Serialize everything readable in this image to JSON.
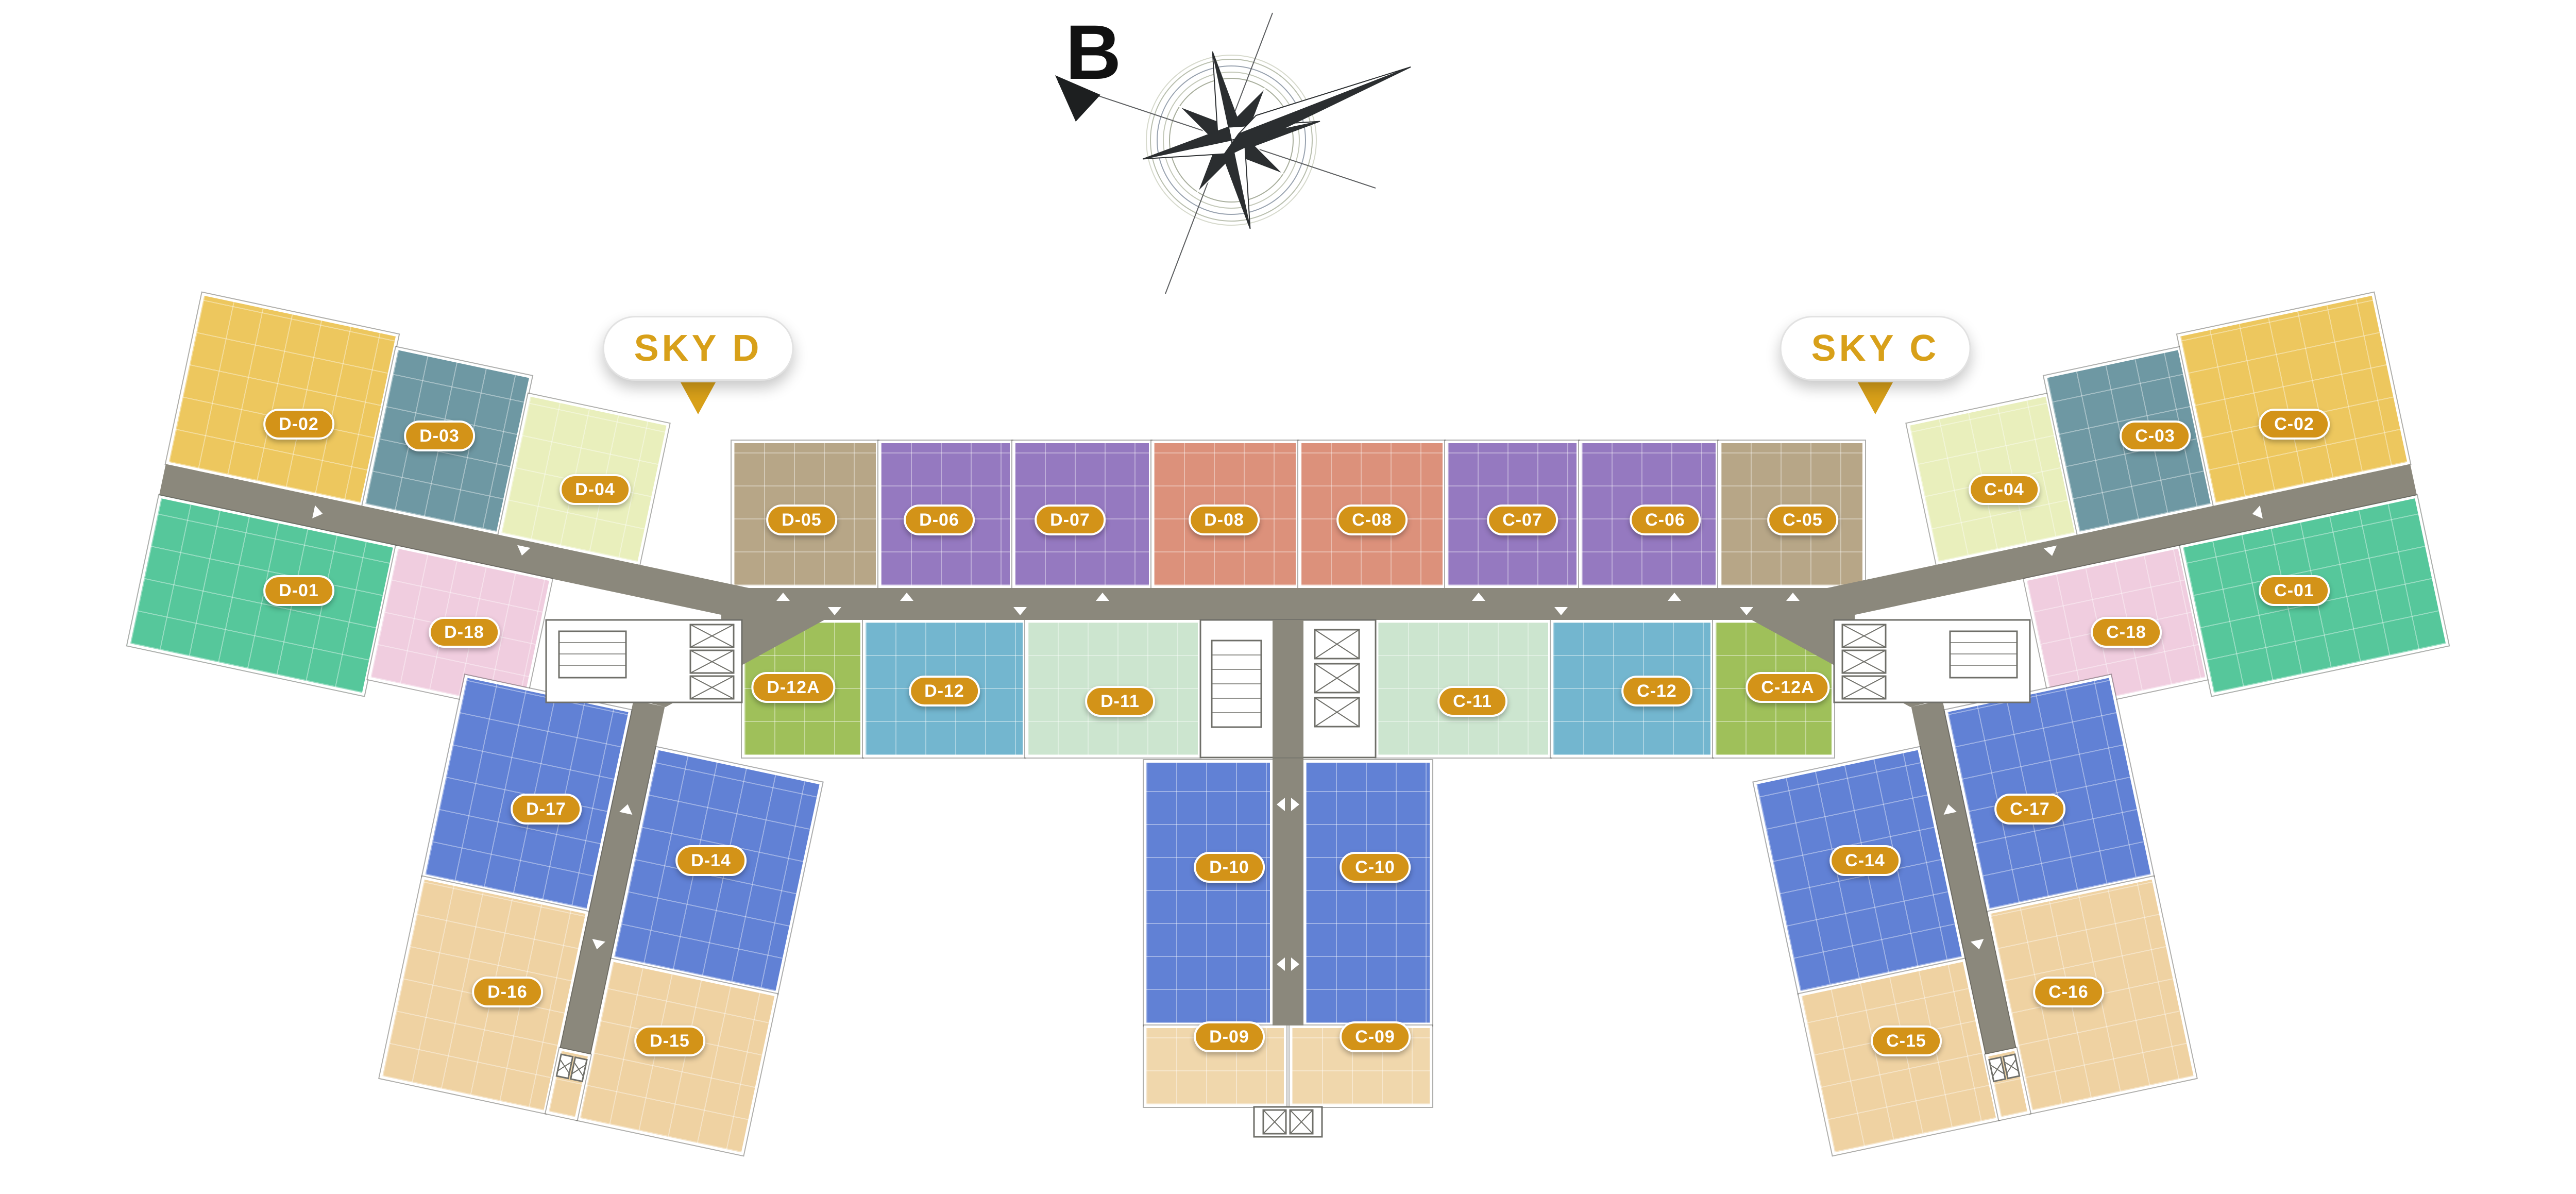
{
  "compass": {
    "north_label": "B"
  },
  "towers": [
    {
      "id": "sky-d",
      "label": "SKY D"
    },
    {
      "id": "sky-c",
      "label": "SKY C"
    }
  ],
  "palette": {
    "corridor": "#8B887C",
    "badge_gold": "#D39318",
    "badge_text": "#FFFFFF",
    "tower_text": "#D8A019",
    "pointer_gold": "#D8A019",
    "core_stroke": "#6F6F69",
    "wing_tan": "#EFD2A2",
    "compass_dark": "#26282A"
  },
  "units": [
    {
      "id": "D-01",
      "label": "D-01",
      "color": "#56C79B"
    },
    {
      "id": "D-02",
      "label": "D-02",
      "color": "#EDC75E"
    },
    {
      "id": "D-03",
      "label": "D-03",
      "color": "#6E98A3"
    },
    {
      "id": "D-04",
      "label": "D-04",
      "color": "#E9EFBC"
    },
    {
      "id": "D-05",
      "label": "D-05",
      "color": "#B7A687"
    },
    {
      "id": "D-06",
      "label": "D-06",
      "color": "#9579C0"
    },
    {
      "id": "D-07",
      "label": "D-07",
      "color": "#9579C0"
    },
    {
      "id": "D-08",
      "label": "D-08",
      "color": "#DC917B"
    },
    {
      "id": "D-09",
      "label": "D-09",
      "color": "#F0D7AC"
    },
    {
      "id": "D-10",
      "label": "D-10",
      "color": "#6181D5"
    },
    {
      "id": "D-11",
      "label": "D-11",
      "color": "#CCE5CF"
    },
    {
      "id": "D-12",
      "label": "D-12",
      "color": "#73B6CF"
    },
    {
      "id": "D-12A",
      "label": "D-12A",
      "color": "#9FC05A"
    },
    {
      "id": "D-14",
      "label": "D-14",
      "color": "#6181D5"
    },
    {
      "id": "D-15",
      "label": "D-15",
      "color": "#EFD2A2"
    },
    {
      "id": "D-16",
      "label": "D-16",
      "color": "#EFD2A2"
    },
    {
      "id": "D-17",
      "label": "D-17",
      "color": "#6181D5"
    },
    {
      "id": "D-18",
      "label": "D-18",
      "color": "#F0CDDF"
    },
    {
      "id": "C-01",
      "label": "C-01",
      "color": "#56C79B"
    },
    {
      "id": "C-02",
      "label": "C-02",
      "color": "#EDC75E"
    },
    {
      "id": "C-03",
      "label": "C-03",
      "color": "#6E98A3"
    },
    {
      "id": "C-04",
      "label": "C-04",
      "color": "#E9EFBC"
    },
    {
      "id": "C-05",
      "label": "C-05",
      "color": "#B7A687"
    },
    {
      "id": "C-06",
      "label": "C-06",
      "color": "#9579C0"
    },
    {
      "id": "C-07",
      "label": "C-07",
      "color": "#9579C0"
    },
    {
      "id": "C-08",
      "label": "C-08",
      "color": "#DC917B"
    },
    {
      "id": "C-09",
      "label": "C-09",
      "color": "#F0D7AC"
    },
    {
      "id": "C-10",
      "label": "C-10",
      "color": "#6181D5"
    },
    {
      "id": "C-11",
      "label": "C-11",
      "color": "#CCE5CF"
    },
    {
      "id": "C-12",
      "label": "C-12",
      "color": "#73B6CF"
    },
    {
      "id": "C-12A",
      "label": "C-12A",
      "color": "#9FC05A"
    },
    {
      "id": "C-14",
      "label": "C-14",
      "color": "#6181D5"
    },
    {
      "id": "C-15",
      "label": "C-15",
      "color": "#EFD2A2"
    },
    {
      "id": "C-16",
      "label": "C-16",
      "color": "#EFD2A2"
    },
    {
      "id": "C-17",
      "label": "C-17",
      "color": "#6181D5"
    },
    {
      "id": "C-18",
      "label": "C-18",
      "color": "#F0CDDF"
    }
  ]
}
